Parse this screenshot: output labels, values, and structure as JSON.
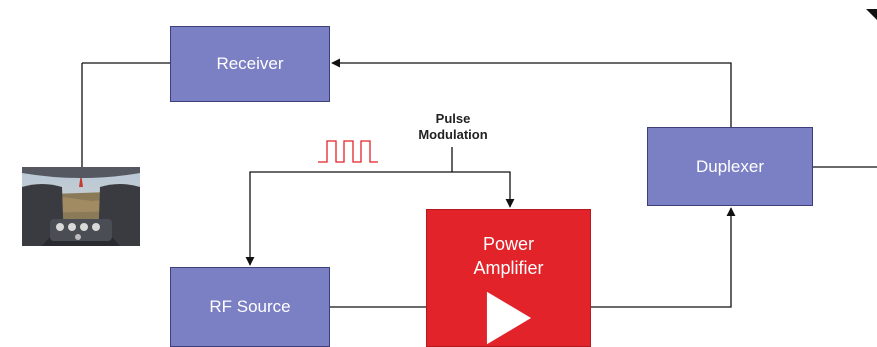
{
  "blocks": {
    "receiver": "Receiver",
    "duplexer": "Duplexer",
    "rf_source": "RF Source",
    "power_amplifier": [
      "Power",
      "Amplifier"
    ]
  },
  "labels": {
    "pulse_modulation": [
      "Pulse",
      "Modulation"
    ]
  },
  "colors": {
    "block_fill": "#7b7fc4",
    "amplifier_fill": "#e2232a",
    "pulse_signal": "#e2232a",
    "wire": "#111111"
  },
  "icons": {
    "amplifier_symbol": "triangle-play-icon",
    "pulse_waveform": "square-wave-icon",
    "cockpit_image": "aircraft-cockpit-photo"
  }
}
